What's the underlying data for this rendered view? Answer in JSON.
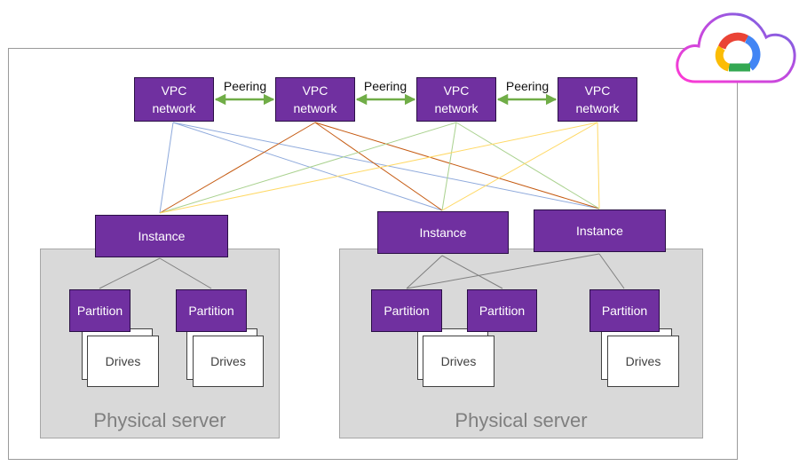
{
  "vpc_label": "VPC\nnetwork",
  "peering_label": "Peering",
  "instance_label": "Instance",
  "partition_label": "Partition",
  "drives_label": "Drives",
  "server_label": "Physical server",
  "logo": "google-cloud-logo",
  "colors": {
    "purple": "#7030a0",
    "peering_arrow": "#70ad47",
    "vpc1_link": "#8faadc",
    "vpc2_link": "#c55a11",
    "vpc3_link": "#a9d18e",
    "vpc4_link": "#ffd966"
  }
}
